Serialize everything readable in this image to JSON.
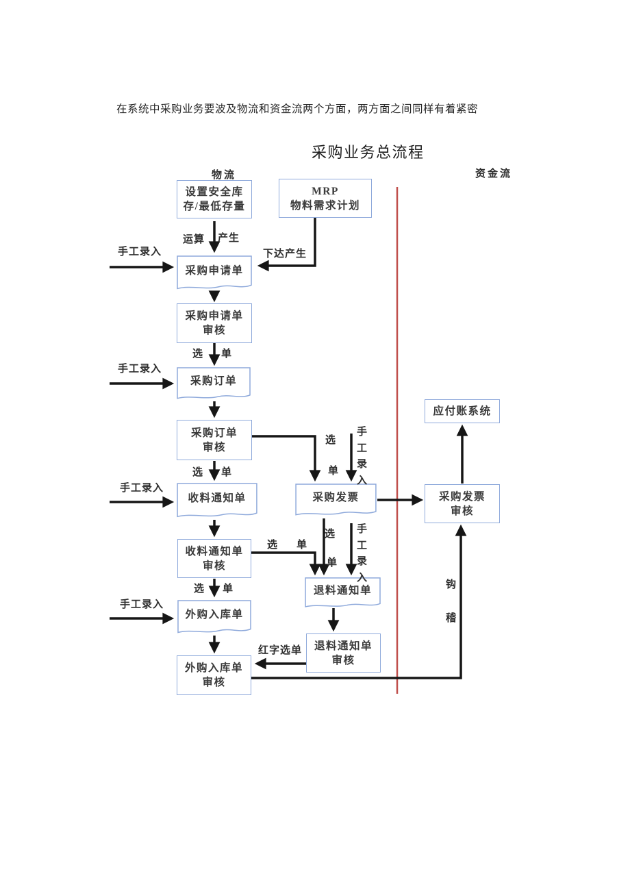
{
  "intro": "在系统中采购业务要波及物流和资金流两个方面，两方面之间同样有着紧密",
  "title": "采购业务总流程",
  "lanes": {
    "left": "物流",
    "right": "资金流"
  },
  "nodes": {
    "safety_stock": "设置安全库\n存/最低存量",
    "mrp": "MRP\n物料需求计划",
    "purchase_request": "采购申请单",
    "purchase_request_audit": "采购申请单\n审核",
    "purchase_order": "采购订单",
    "purchase_order_audit": "采购订单\n审核",
    "receive_notice": "收料通知单",
    "receive_notice_audit": "收料通知单\n审核",
    "purchase_instock": "外购入库单",
    "purchase_instock_audit": "外购入库单\n审核",
    "purchase_invoice": "采购发票",
    "return_notice": "退料通知单",
    "return_notice_audit": "退料通知单\n审核",
    "payable_system": "应付账系统",
    "purchase_invoice_audit": "采购发票\n审核"
  },
  "labels": {
    "manual_entry": "手工录入",
    "compute": "运算",
    "generate": "产生",
    "issue_generate": "下达产生",
    "select": "选",
    "order": "单",
    "red_select": "红字选单",
    "reconcile": "钩稽"
  },
  "colors": {
    "box_border": "#8ea9db",
    "arrow": "#161616",
    "divider": "#c0504d",
    "text": "#3a3a3a"
  }
}
